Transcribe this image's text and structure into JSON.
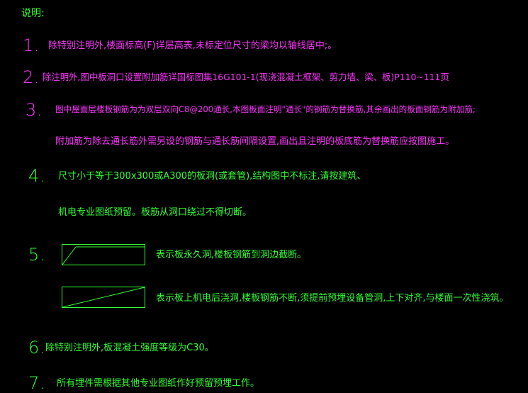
{
  "title": "说明:",
  "colors": {
    "magenta": "#ff33ff",
    "green": "#33ff33",
    "background": "#000000"
  },
  "notes": [
    {
      "num": "1.",
      "lines": [
        "除特别注明外,楼面标高(F)详层高表,未标定位尺寸的梁均以轴线居中;。"
      ]
    },
    {
      "num": "2.",
      "lines": [
        "除注明外,图中板洞口设置附加筋详国标图集16G101-1(现浇混凝土框架、剪力墙、梁、板)P110~111页"
      ]
    },
    {
      "num": "3.",
      "lines": [
        "图中屋面层楼板钢筋为为双层双向C8@200通长,本图板面注明\"通长\"的钢筋为替换筋,其余画出的板面钢筋为附加筋;",
        "附加筋为除去通长筋外需另设的钢筋与通长筋间隔设置,画出且注明的板底筋为替换筋应按图施工。"
      ]
    },
    {
      "num": "4.",
      "lines": [
        "尺寸小于等于300x300或A300的板洞(或套管),结构图中不标注,请按建筑、",
        "机电专业图纸预留。板筋从洞口绕过不得切断。"
      ]
    },
    {
      "num": "5.",
      "legend": [
        "表示板永久洞,楼板钢筋到洞边截断。",
        "表示板上机电后浇洞,楼板钢筋不断,须提前预埋设备管洞,上下对齐,与楼面一次性浇筑。"
      ]
    },
    {
      "num": "6.",
      "lines": [
        "除特别注明外,板混凝土强度等级为C30。"
      ]
    },
    {
      "num": "7.",
      "lines": [
        "所有埋件需根据其他专业图纸作好预留预埋工作。"
      ]
    }
  ]
}
